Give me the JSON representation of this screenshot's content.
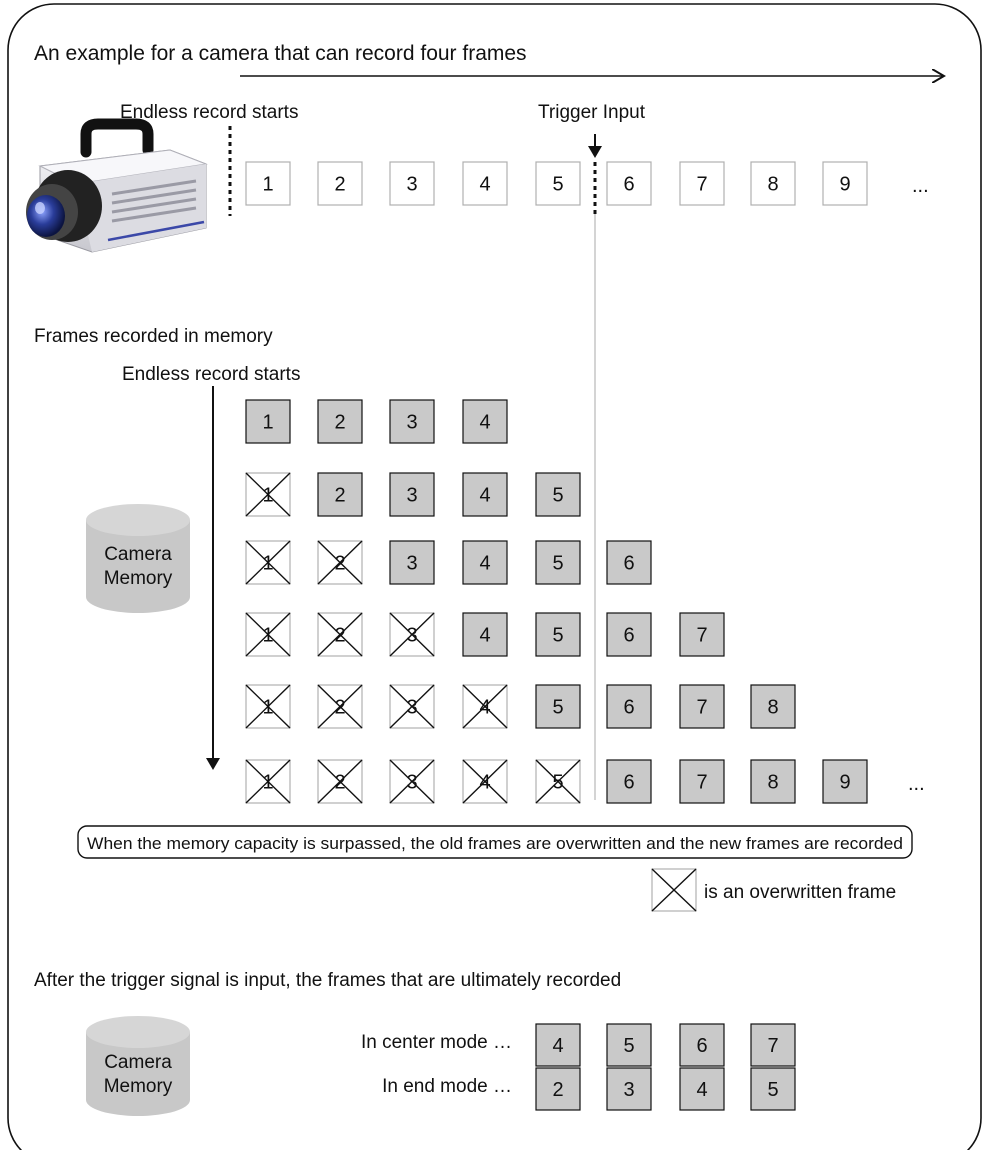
{
  "title": "An example for a camera that can record four frames",
  "top": {
    "endless_label": "Endless record starts",
    "trigger_label": "Trigger Input",
    "frames": [
      "1",
      "2",
      "3",
      "4",
      "5",
      "6",
      "7",
      "8",
      "9"
    ],
    "ellipsis": "..."
  },
  "memory_section": {
    "heading": "Frames recorded in memory",
    "endless_label": "Endless record starts",
    "cylinder_line1": "Camera",
    "cylinder_line2": "Memory",
    "rows": [
      {
        "overwritten": [],
        "recorded": [
          "1",
          "2",
          "3",
          "4"
        ]
      },
      {
        "overwritten": [
          "1"
        ],
        "recorded": [
          "2",
          "3",
          "4",
          "5"
        ]
      },
      {
        "overwritten": [
          "1",
          "2"
        ],
        "recorded": [
          "3",
          "4",
          "5",
          "6"
        ]
      },
      {
        "overwritten": [
          "1",
          "2",
          "3"
        ],
        "recorded": [
          "4",
          "5",
          "6",
          "7"
        ]
      },
      {
        "overwritten": [
          "1",
          "2",
          "3",
          "4"
        ],
        "recorded": [
          "5",
          "6",
          "7",
          "8"
        ]
      },
      {
        "overwritten": [
          "1",
          "2",
          "3",
          "4",
          "5"
        ],
        "recorded": [
          "6",
          "7",
          "8",
          "9"
        ]
      }
    ],
    "ellipsis": "...",
    "note": "When the memory capacity is surpassed, the old frames are overwritten and the new frames are recorded",
    "legend": "is an overwritten frame"
  },
  "result_section": {
    "heading": "After the trigger signal is input, the frames that are ultimately recorded",
    "cylinder_line1": "Camera",
    "cylinder_line2": "Memory",
    "center_label": "In center mode …",
    "center_frames": [
      "4",
      "5",
      "6",
      "7"
    ],
    "end_label": "In end mode …",
    "end_frames": [
      "2",
      "3",
      "4",
      "5"
    ]
  },
  "colors": {
    "recorded_fill": "#c9c9c9",
    "outline": "#111111",
    "empty_frame_border": "#b0b0b0",
    "cylinder": "#c8c8c8",
    "camera_body": "#e4e4e8",
    "lens": "#2a3d9a"
  }
}
